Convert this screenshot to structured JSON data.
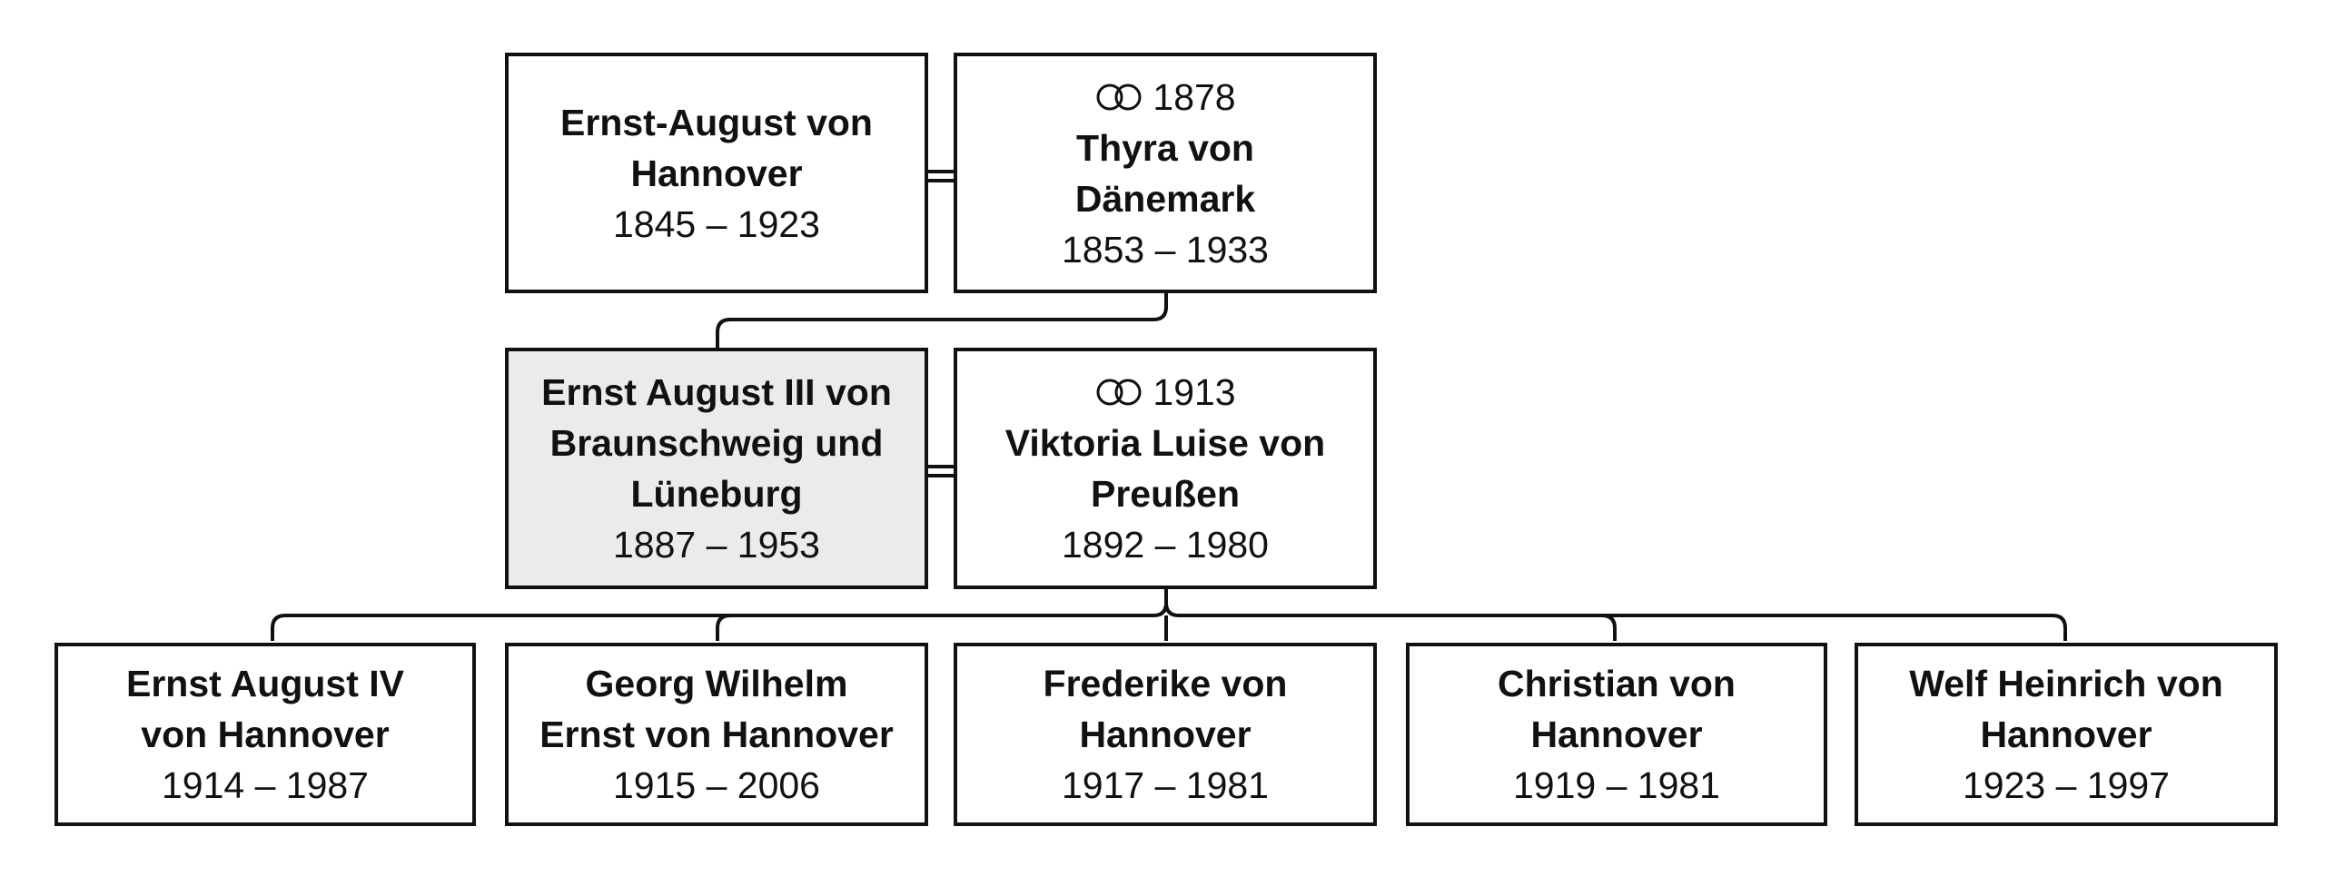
{
  "generation1": {
    "husband": {
      "name_line1": "Ernst-August von",
      "name_line2": "Hannover",
      "years": "1845 – 1923"
    },
    "wife": {
      "marriage_year": "1878",
      "name_line1": "Thyra von",
      "name_line2": "Dänemark",
      "years": "1853 – 1933"
    }
  },
  "generation2": {
    "husband": {
      "name_line1": "Ernst August III von",
      "name_line2": "Braunschweig und",
      "name_line3": "Lüneburg",
      "years": "1887 – 1953"
    },
    "wife": {
      "marriage_year": "1913",
      "name_line1": "Viktoria Luise von",
      "name_line2": "Preußen",
      "years": "1892 – 1980"
    }
  },
  "children": [
    {
      "name_line1": "Ernst August IV",
      "name_line2": "von Hannover",
      "years": "1914 – 1987"
    },
    {
      "name_line1": "Georg Wilhelm",
      "name_line2": "Ernst von Hannover",
      "years": "1915 – 2006"
    },
    {
      "name_line1": "Frederike von",
      "name_line2": "Hannover",
      "years": "1917 – 1981"
    },
    {
      "name_line1": "Christian von",
      "name_line2": "Hannover",
      "years": "1919 – 1981"
    },
    {
      "name_line1": "Welf Heinrich von",
      "name_line2": "Hannover",
      "years": "1923 – 1997"
    }
  ],
  "icons": {
    "marriage": "interlocking-rings-icon"
  },
  "colors": {
    "focus_fill": "#ebebeb",
    "line": "#111111"
  }
}
